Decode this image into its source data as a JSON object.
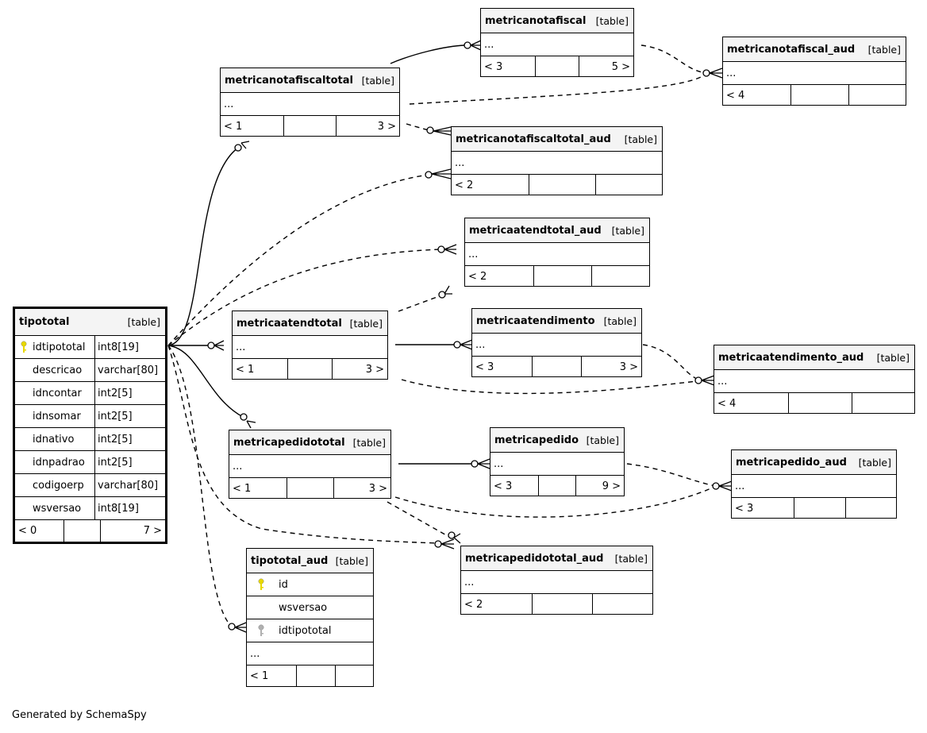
{
  "tables": {
    "tipototal": {
      "name": "tipototal",
      "tag": "[table]",
      "columns": [
        {
          "name": "idtipototal",
          "type": "int8[19]",
          "key": "primary"
        },
        {
          "name": "descricao",
          "type": "varchar[80]",
          "key": ""
        },
        {
          "name": "idncontar",
          "type": "int2[5]",
          "key": ""
        },
        {
          "name": "idnsomar",
          "type": "int2[5]",
          "key": ""
        },
        {
          "name": "idnativo",
          "type": "int2[5]",
          "key": ""
        },
        {
          "name": "idnpadrao",
          "type": "int2[5]",
          "key": ""
        },
        {
          "name": "codigoerp",
          "type": "varchar[80]",
          "key": ""
        },
        {
          "name": "wsversao",
          "type": "int8[19]",
          "key": ""
        }
      ],
      "footer": {
        "left": "< 0",
        "right": "7 >"
      }
    },
    "metricanotafiscaltotal": {
      "name": "metricanotafiscaltotal",
      "tag": "[table]",
      "body": "...",
      "footer": {
        "left": "< 1",
        "right": "3 >"
      }
    },
    "metricanotafiscal": {
      "name": "metricanotafiscal",
      "tag": "[table]",
      "body": "...",
      "footer": {
        "left": "< 3",
        "right": "5 >"
      }
    },
    "metricanotafiscal_aud": {
      "name": "metricanotafiscal_aud",
      "tag": "[table]",
      "body": "...",
      "footer": {
        "left": "< 4",
        "right": ""
      }
    },
    "metricanotafiscaltotal_aud": {
      "name": "metricanotafiscaltotal_aud",
      "tag": "[table]",
      "body": "...",
      "footer": {
        "left": "< 2",
        "right": ""
      }
    },
    "metricaatendtotal_aud": {
      "name": "metricaatendtotal_aud",
      "tag": "[table]",
      "body": "...",
      "footer": {
        "left": "< 2",
        "right": ""
      }
    },
    "metricaatendtotal": {
      "name": "metricaatendtotal",
      "tag": "[table]",
      "body": "...",
      "footer": {
        "left": "< 1",
        "right": "3 >"
      }
    },
    "metricaatendimento": {
      "name": "metricaatendimento",
      "tag": "[table]",
      "body": "...",
      "footer": {
        "left": "< 3",
        "right": "3 >"
      }
    },
    "metricaatendimento_aud": {
      "name": "metricaatendimento_aud",
      "tag": "[table]",
      "body": "...",
      "footer": {
        "left": "< 4",
        "right": ""
      }
    },
    "metricapedidototal": {
      "name": "metricapedidototal",
      "tag": "[table]",
      "body": "...",
      "footer": {
        "left": "< 1",
        "right": "3 >"
      }
    },
    "metricapedido": {
      "name": "metricapedido",
      "tag": "[table]",
      "body": "...",
      "footer": {
        "left": "< 3",
        "right": "9 >"
      }
    },
    "metricapedido_aud": {
      "name": "metricapedido_aud",
      "tag": "[table]",
      "body": "...",
      "footer": {
        "left": "< 3",
        "right": ""
      }
    },
    "metricapedidototal_aud": {
      "name": "metricapedidototal_aud",
      "tag": "[table]",
      "body": "...",
      "footer": {
        "left": "< 2",
        "right": ""
      }
    },
    "tipototal_aud": {
      "name": "tipototal_aud",
      "tag": "[table]",
      "columns": [
        {
          "name": "id",
          "key": "primary"
        },
        {
          "name": "wsversao",
          "key": ""
        },
        {
          "name": "idtipototal",
          "key": "foreign"
        }
      ],
      "body": "...",
      "footer": {
        "left": "< 1",
        "right": ""
      }
    }
  },
  "colors": {
    "primary_key": "#e8d800",
    "foreign_key": "#b0b0b0",
    "header_bg": "#f4f4f4"
  },
  "generated_by": "Generated by SchemaSpy"
}
